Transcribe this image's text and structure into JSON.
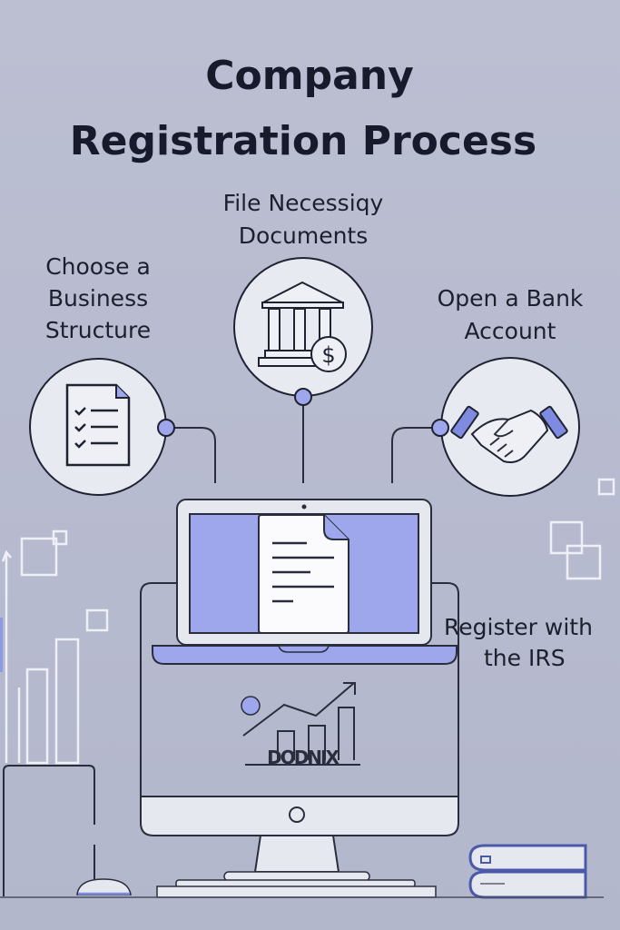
{
  "title": {
    "line1": "Company",
    "line2": "Registration Process"
  },
  "steps": [
    {
      "lines": [
        "Choose a",
        "Business",
        "Structure"
      ],
      "icon": "checklist-icon"
    },
    {
      "lines": [
        "File Necessiqy",
        "Documents"
      ],
      "icon": "bank-dollar-icon"
    },
    {
      "lines": [
        "Open a Bank",
        "Account"
      ],
      "icon": "handshake-icon"
    },
    {
      "lines": [
        "Register with",
        "the IRS"
      ],
      "icon": "laptop-document-icon"
    }
  ],
  "monitor_logo": "DODNIX",
  "colors": {
    "background": "#b7bbcf",
    "accent": "#9ea7ec",
    "panel": "#e8eaf2",
    "ink": "#1b1f2e"
  }
}
